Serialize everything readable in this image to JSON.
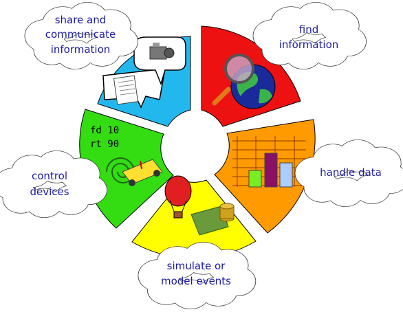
{
  "colors": {
    "share": "#22b8ee",
    "find": "#ee1111",
    "handle": "#ff9a00",
    "simulate": "#ffff00",
    "control": "#33dd11",
    "cloud_text": "#1a1aa6"
  },
  "segments": [
    {
      "id": "share",
      "label_lines": [
        "share and",
        "communicate",
        "information"
      ],
      "icons": [
        "document-icon",
        "camcorder-icon"
      ]
    },
    {
      "id": "find",
      "label_lines": [
        "find",
        "information"
      ],
      "icons": [
        "magnifier-icon",
        "globe-icon"
      ]
    },
    {
      "id": "handle",
      "label_lines": [
        "handle data"
      ],
      "icons": [
        "spreadsheet-icon",
        "bar-chart-icon"
      ]
    },
    {
      "id": "simulate",
      "label_lines": [
        "simulate or",
        "model events"
      ],
      "icons": [
        "hot-air-balloon-icon",
        "money-icon"
      ]
    },
    {
      "id": "control",
      "label_lines": [
        "control",
        "devices"
      ],
      "icons": [
        "turtle-robot-icon"
      ]
    }
  ],
  "logo_code": [
    "fd 10",
    "rt 90"
  ]
}
